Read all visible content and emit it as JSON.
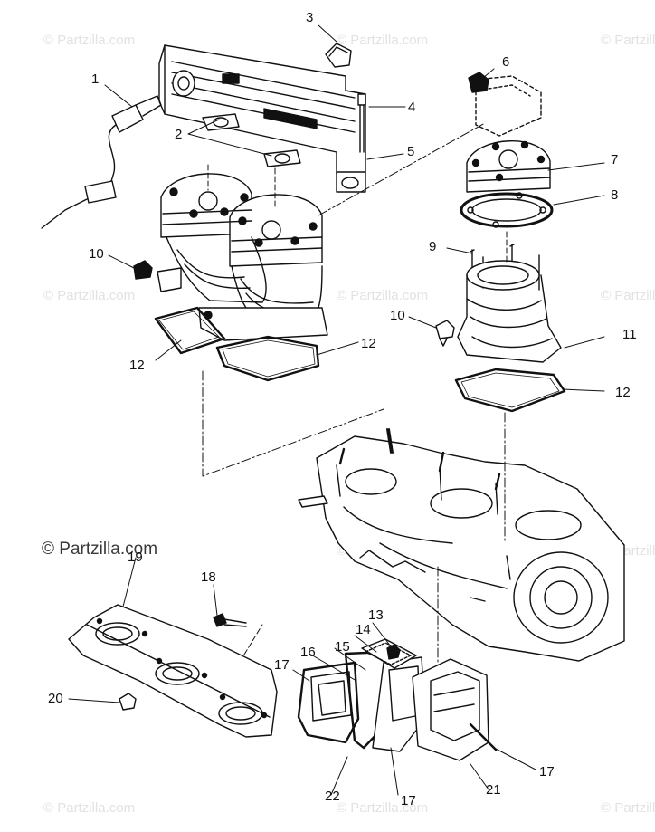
{
  "watermark": {
    "text": "© Partzilla.com"
  },
  "callouts": {
    "c1": "1",
    "c2": "2",
    "c3": "3",
    "c4": "4",
    "c5": "5",
    "c6": "6",
    "c7": "7",
    "c8": "8",
    "c9": "9",
    "c10a": "10",
    "c10b": "10",
    "c11": "11",
    "c12a": "12",
    "c12b": "12",
    "c12c": "12",
    "c13": "13",
    "c14": "14",
    "c15": "15",
    "c16": "16",
    "c17a": "17",
    "c17b": "17",
    "c17c": "17",
    "c18": "18",
    "c19": "19",
    "c20": "20",
    "c21": "21",
    "c22": "22"
  },
  "colors": {
    "ink": "#111111",
    "watermark": "#e2e2e2"
  }
}
